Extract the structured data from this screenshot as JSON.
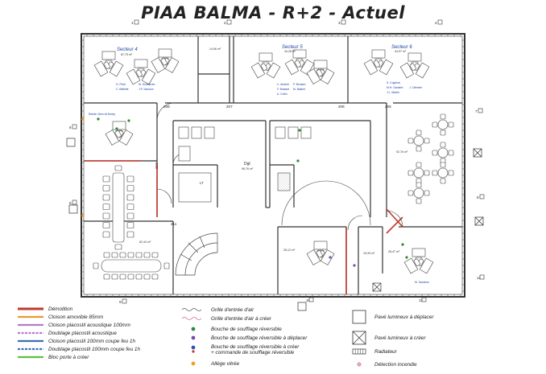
{
  "title": "PIAA BALMA - R+2 - Actuel",
  "sectors": [
    {
      "name": "Secteur 4",
      "area": "87,75 m²",
      "people": [
        "G. Pinel",
        "M. Sumtarres",
        "C. Bellette",
        "J.P. Sauvion"
      ]
    },
    {
      "name": "Secteur 5",
      "area": "44,28 m²",
      "people": [
        "C. Andrée",
        "P. Boulard",
        "F. Brasset",
        "M. Baliner",
        "A. Collin"
      ]
    },
    {
      "name": "Secteur 6",
      "area": "44,97 m²",
      "people": [
        "S. Cogrinal",
        "M.H. Gardent",
        "J. Clément",
        "J.L. Martin"
      ]
    }
  ],
  "rooms": {
    "small_top": "14,96 m²",
    "left_office": "Raboin Odon de Bostry",
    "dgt": "Dgt",
    "dgt_area": "96,76 m²",
    "lt": "LT",
    "meeting_left": "82,44 m²",
    "right_meeting": "92,76 m²",
    "office_a": "28,12 m²",
    "office_b": "15,35 m²",
    "office_c": "28,47 m²",
    "office_c_person": "M. Sanchez"
  },
  "door_numbers": [
    "208",
    "207",
    "206",
    "205",
    "210",
    "211"
  ],
  "axis_numbers": [
    "1",
    "2",
    "3",
    "4",
    "5",
    "6",
    "7",
    "8",
    "9",
    "10",
    "11",
    "12"
  ],
  "legend": {
    "col1": [
      {
        "label": "Démolition",
        "color": "#c0392b",
        "style": "solid-thick"
      },
      {
        "label": "Cloison amovible 85mm",
        "color": "#e69b2c",
        "style": "solid"
      },
      {
        "label": "Cloison placostil acoustique 100mm",
        "color": "#b779c9",
        "style": "solid"
      },
      {
        "label": "Doublage placostil acoustique",
        "color": "#b779c9",
        "style": "dash"
      },
      {
        "label": "Cloison placostil 100mm coupe feu 1h",
        "color": "#3a6fb5",
        "style": "solid"
      },
      {
        "label": "Doublage placostil 100mm coupe feu 1h",
        "color": "#3a6fb5",
        "style": "dash"
      },
      {
        "label": "Bloc porte à créer",
        "color": "#5fbf3c",
        "style": "solid"
      }
    ],
    "col2": [
      {
        "label": "Grille d'entrée d'air",
        "symbol": "wave"
      },
      {
        "label": "Grille d'entrée d'air à créer",
        "symbol": "wave-red"
      },
      {
        "label": "Bouche de soufflage réversible",
        "symbol": "dot-green"
      },
      {
        "label": "Bouche de soufflage réversible à déplacer",
        "symbol": "dot-purple"
      },
      {
        "label": "Bouche de soufflage réversible à créer + commande de soufflage réversible",
        "symbol": "dot-mix"
      },
      {
        "label": "Allège vitrée",
        "symbol": "dot-orange"
      }
    ],
    "col3": [
      {
        "label": "Pavé lumineux à déplacer",
        "symbol": "box"
      },
      {
        "label": "Pavé lumineux à créer",
        "symbol": "box-x"
      },
      {
        "label": "Radiateur",
        "symbol": "radiator"
      },
      {
        "label": "Détection incendie",
        "symbol": "fire"
      }
    ]
  }
}
